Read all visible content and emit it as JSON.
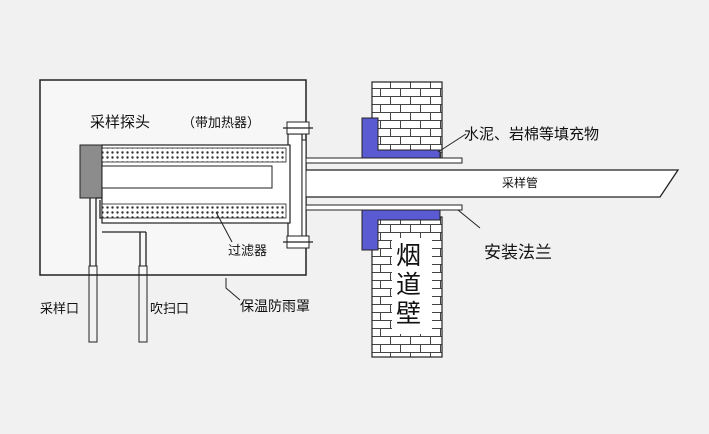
{
  "labels": {
    "probe": "采样探头",
    "heating": "（带加热器）",
    "filler": "水泥、岩棉等填充物",
    "sample_pipe": "采样管",
    "filter": "过滤器",
    "flange": "安装法兰",
    "sample_port": "采样口",
    "blow_port": "吹扫口",
    "rain_cover": "保温防雨罩",
    "flue_wall": [
      "烟",
      "道",
      "壁"
    ]
  },
  "colors": {
    "background": "#f1f1f1",
    "line": "#222222",
    "cover_fill": "#f7f7f7",
    "probe_gray": "#8c8c8c",
    "filler_blue": "#5a5ad2",
    "brick": "#ffffff"
  }
}
